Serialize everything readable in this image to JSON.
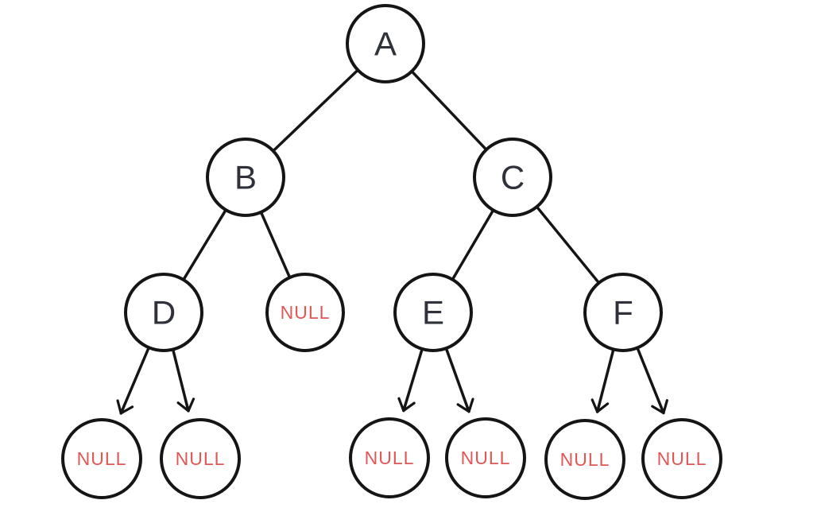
{
  "diagram": {
    "type": "binary-tree",
    "colors": {
      "background": "#ffffff",
      "stroke": "#151515",
      "value_label": "#2f323a",
      "null_label": "#e05757"
    },
    "nodes": [
      {
        "label": "A",
        "kind": "value",
        "level": 0
      },
      {
        "label": "B",
        "kind": "value",
        "level": 1
      },
      {
        "label": "C",
        "kind": "value",
        "level": 1
      },
      {
        "label": "D",
        "kind": "value",
        "level": 2
      },
      {
        "label": "NULL",
        "kind": "null",
        "level": 2
      },
      {
        "label": "E",
        "kind": "value",
        "level": 2
      },
      {
        "label": "F",
        "kind": "value",
        "level": 2
      },
      {
        "label": "NULL",
        "kind": "null",
        "level": 3
      },
      {
        "label": "NULL",
        "kind": "null",
        "level": 3
      },
      {
        "label": "NULL",
        "kind": "null",
        "level": 3
      },
      {
        "label": "NULL",
        "kind": "null",
        "level": 3
      },
      {
        "label": "NULL",
        "kind": "null",
        "level": 3
      },
      {
        "label": "NULL",
        "kind": "null",
        "level": 3
      }
    ],
    "edges": [
      {
        "from": "A",
        "to": "B",
        "arrowhead": false
      },
      {
        "from": "A",
        "to": "C",
        "arrowhead": false
      },
      {
        "from": "B",
        "to": "D",
        "arrowhead": false
      },
      {
        "from": "B",
        "to": "NULL (right of B)",
        "arrowhead": false
      },
      {
        "from": "C",
        "to": "E",
        "arrowhead": false
      },
      {
        "from": "C",
        "to": "F",
        "arrowhead": false
      },
      {
        "from": "D",
        "to": "NULL (left of D)",
        "arrowhead": true
      },
      {
        "from": "D",
        "to": "NULL (right of D)",
        "arrowhead": true
      },
      {
        "from": "E",
        "to": "NULL (left of E)",
        "arrowhead": true
      },
      {
        "from": "E",
        "to": "NULL (right of E)",
        "arrowhead": true
      },
      {
        "from": "F",
        "to": "NULL (left of F)",
        "arrowhead": true
      },
      {
        "from": "F",
        "to": "NULL (right of F)",
        "arrowhead": true
      }
    ]
  }
}
